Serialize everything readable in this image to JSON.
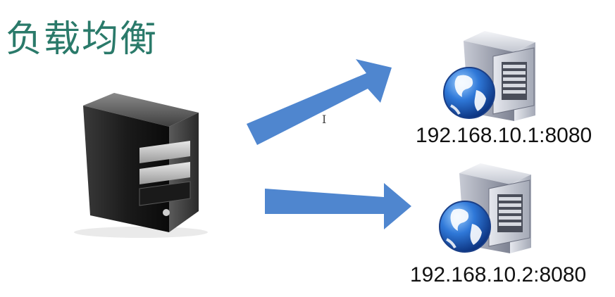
{
  "title": "负载均衡",
  "servers": [
    {
      "address": "192.168.10.1:8080"
    },
    {
      "address": "192.168.10.2:8080"
    }
  ]
}
